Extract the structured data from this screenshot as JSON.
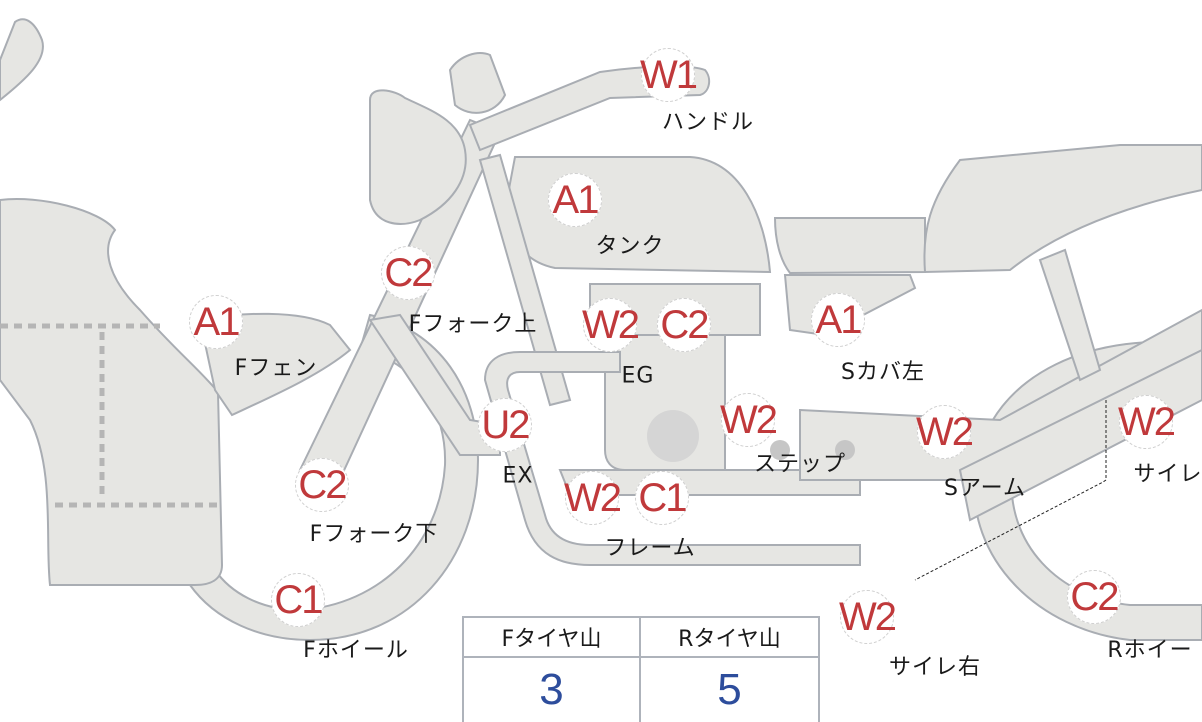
{
  "markers": [
    {
      "code": "W1",
      "part": "ハンドル"
    },
    {
      "code": "A1",
      "part": "タンク"
    },
    {
      "code": "C2",
      "part": "Fフォーク上"
    },
    {
      "code": "A1",
      "part": "Fフェン"
    },
    {
      "code": "W2",
      "part": "EG"
    },
    {
      "code": "C2",
      "part": "EG"
    },
    {
      "code": "A1",
      "part": "Sカバ左"
    },
    {
      "code": "U2",
      "part": "EX"
    },
    {
      "code": "W2",
      "part": "ステップ"
    },
    {
      "code": "W2",
      "part": "Sアーム"
    },
    {
      "code": "W2",
      "part": "サイレ"
    },
    {
      "code": "C2",
      "part": "Fフォーク下"
    },
    {
      "code": "W2",
      "part": "フレーム"
    },
    {
      "code": "C1",
      "part": "フレーム"
    },
    {
      "code": "C1",
      "part": "Fホイール"
    },
    {
      "code": "W2",
      "part": "サイレ右"
    },
    {
      "code": "C2",
      "part": "Rホイー"
    }
  ],
  "labels": {
    "handle": "ハンドル",
    "tank": "タンク",
    "ffork_upper": "Fフォーク上",
    "ffender": "Fフェン",
    "eg": "EG",
    "scover_left": "Sカバ左",
    "ex": "EX",
    "step": "ステップ",
    "sarm": "Sアーム",
    "silencer": "サイレ",
    "ffork_lower": "Fフォーク下",
    "frame": "フレーム",
    "fwheel": "Fホイール",
    "silencer_right": "サイレ右",
    "rwheel": "Rホイー"
  },
  "tire_table": {
    "headers": [
      "Fタイヤ山",
      "Rタイヤ山"
    ],
    "values": [
      "3",
      "5"
    ]
  },
  "colors": {
    "marker_text": "#c0393b",
    "value_text": "#2d4d9c",
    "part_fill": "#e6e6e3"
  }
}
